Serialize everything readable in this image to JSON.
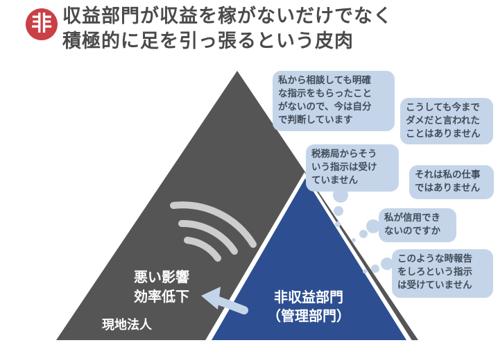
{
  "header": {
    "badge": "非",
    "title_line1": "収益部門が収益を稼がないだけでなく",
    "title_line2": "積極的に足を引っ張るという皮肉"
  },
  "triangle": {
    "bad_effect": "悪い影響\n効率低下",
    "local_corp": "現地法人",
    "non_profit_dept": "非収益部門\n（管理部門）"
  },
  "bubbles": [
    "私から相談しても明確\nな指示をもらったこと\nがないので、今は自分\nで判断しています",
    "こうしても今まで\nダメだと言われた\nことはありません",
    "税務局からそう\nいう指示は受け\nていません",
    "それは私の仕事\nではありません",
    "私が信用でき\nないのですか",
    "このような時報告\nをしろという指示\nは受けていません"
  ],
  "colors": {
    "badge": "#c94046",
    "dark_triangle": "#555555",
    "blue_triangle": "#2d4f91",
    "bubble": "#c5d5e9",
    "arrow": "#c5d5e9"
  }
}
